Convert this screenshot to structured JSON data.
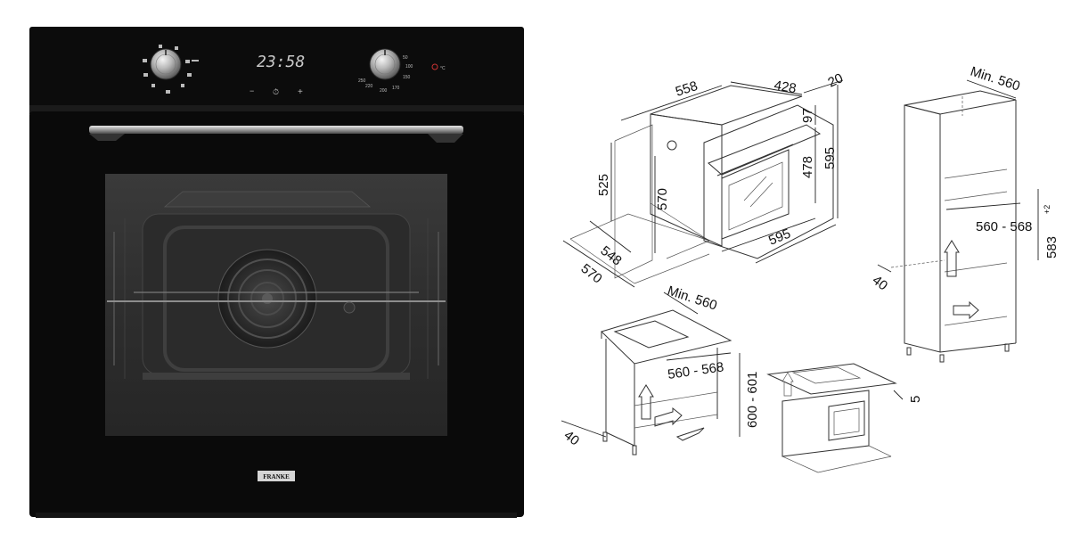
{
  "oven": {
    "display_time": "23:58",
    "brand": "FRANKE",
    "touch_minus": "−",
    "touch_plus": "+",
    "touch_timer": "⏱",
    "right_knob_temps": [
      "50",
      "100",
      "150",
      "170",
      "200",
      "220",
      "250"
    ],
    "indicator_label": "°C"
  },
  "drawing_main": {
    "dims": {
      "width_top": "558",
      "depth_top": "428",
      "front_thickness": "20",
      "panel_height": "97",
      "height_total": "595",
      "door_height": "478",
      "cavity_height_left": "525",
      "cavity_height_inner": "570",
      "base_depth_548": "548",
      "base_depth_570": "570",
      "width_bottom": "595"
    }
  },
  "drawing_column": {
    "dims": {
      "min_width": "Min. 560",
      "width_range": "560 - 568",
      "height": "583",
      "height_tolerance": "+2",
      "vent": "40"
    }
  },
  "drawing_undercounter": {
    "dims": {
      "min_width": "Min. 560",
      "width_range": "560 - 568",
      "height_range": "600 - 601",
      "vent": "40"
    }
  },
  "drawing_small": {
    "dims": {
      "gap": "5"
    }
  }
}
